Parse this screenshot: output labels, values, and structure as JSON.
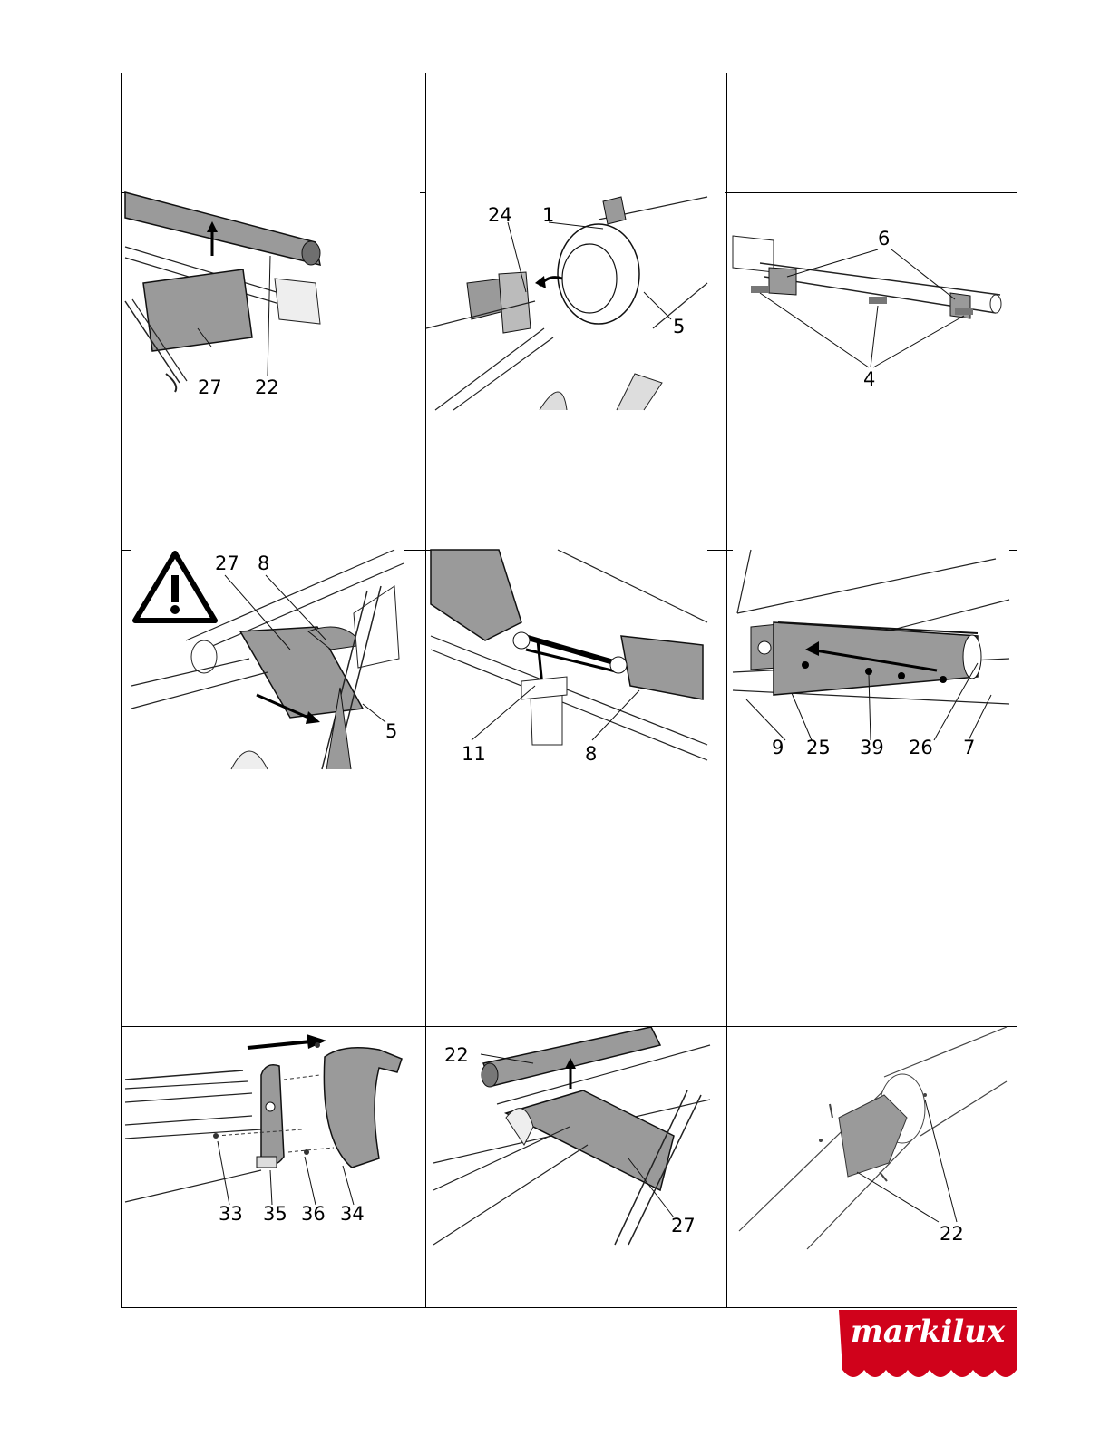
{
  "figures": {
    "fig1": {
      "callouts": [
        "27",
        "22"
      ]
    },
    "fig2": {
      "callouts": [
        "24",
        "1",
        "5"
      ]
    },
    "fig3": {
      "callouts": [
        "6",
        "4"
      ]
    },
    "fig4": {
      "callouts": [
        "27",
        "8",
        "5"
      ]
    },
    "fig5": {
      "callouts": [
        "11",
        "8"
      ]
    },
    "fig6": {
      "callouts": [
        "9",
        "25",
        "39",
        "26",
        "7"
      ]
    },
    "fig7": {
      "callouts": [
        "33",
        "35",
        "36",
        "34"
      ]
    },
    "fig8": {
      "callouts": [
        "22",
        "27"
      ]
    },
    "fig9": {
      "callouts": [
        "22"
      ]
    }
  },
  "brand": {
    "logo_text": "markilux",
    "logo_color": "#d0021b"
  },
  "colors": {
    "part_fill": "#9a9a9a",
    "line": "#1a1a1a"
  }
}
